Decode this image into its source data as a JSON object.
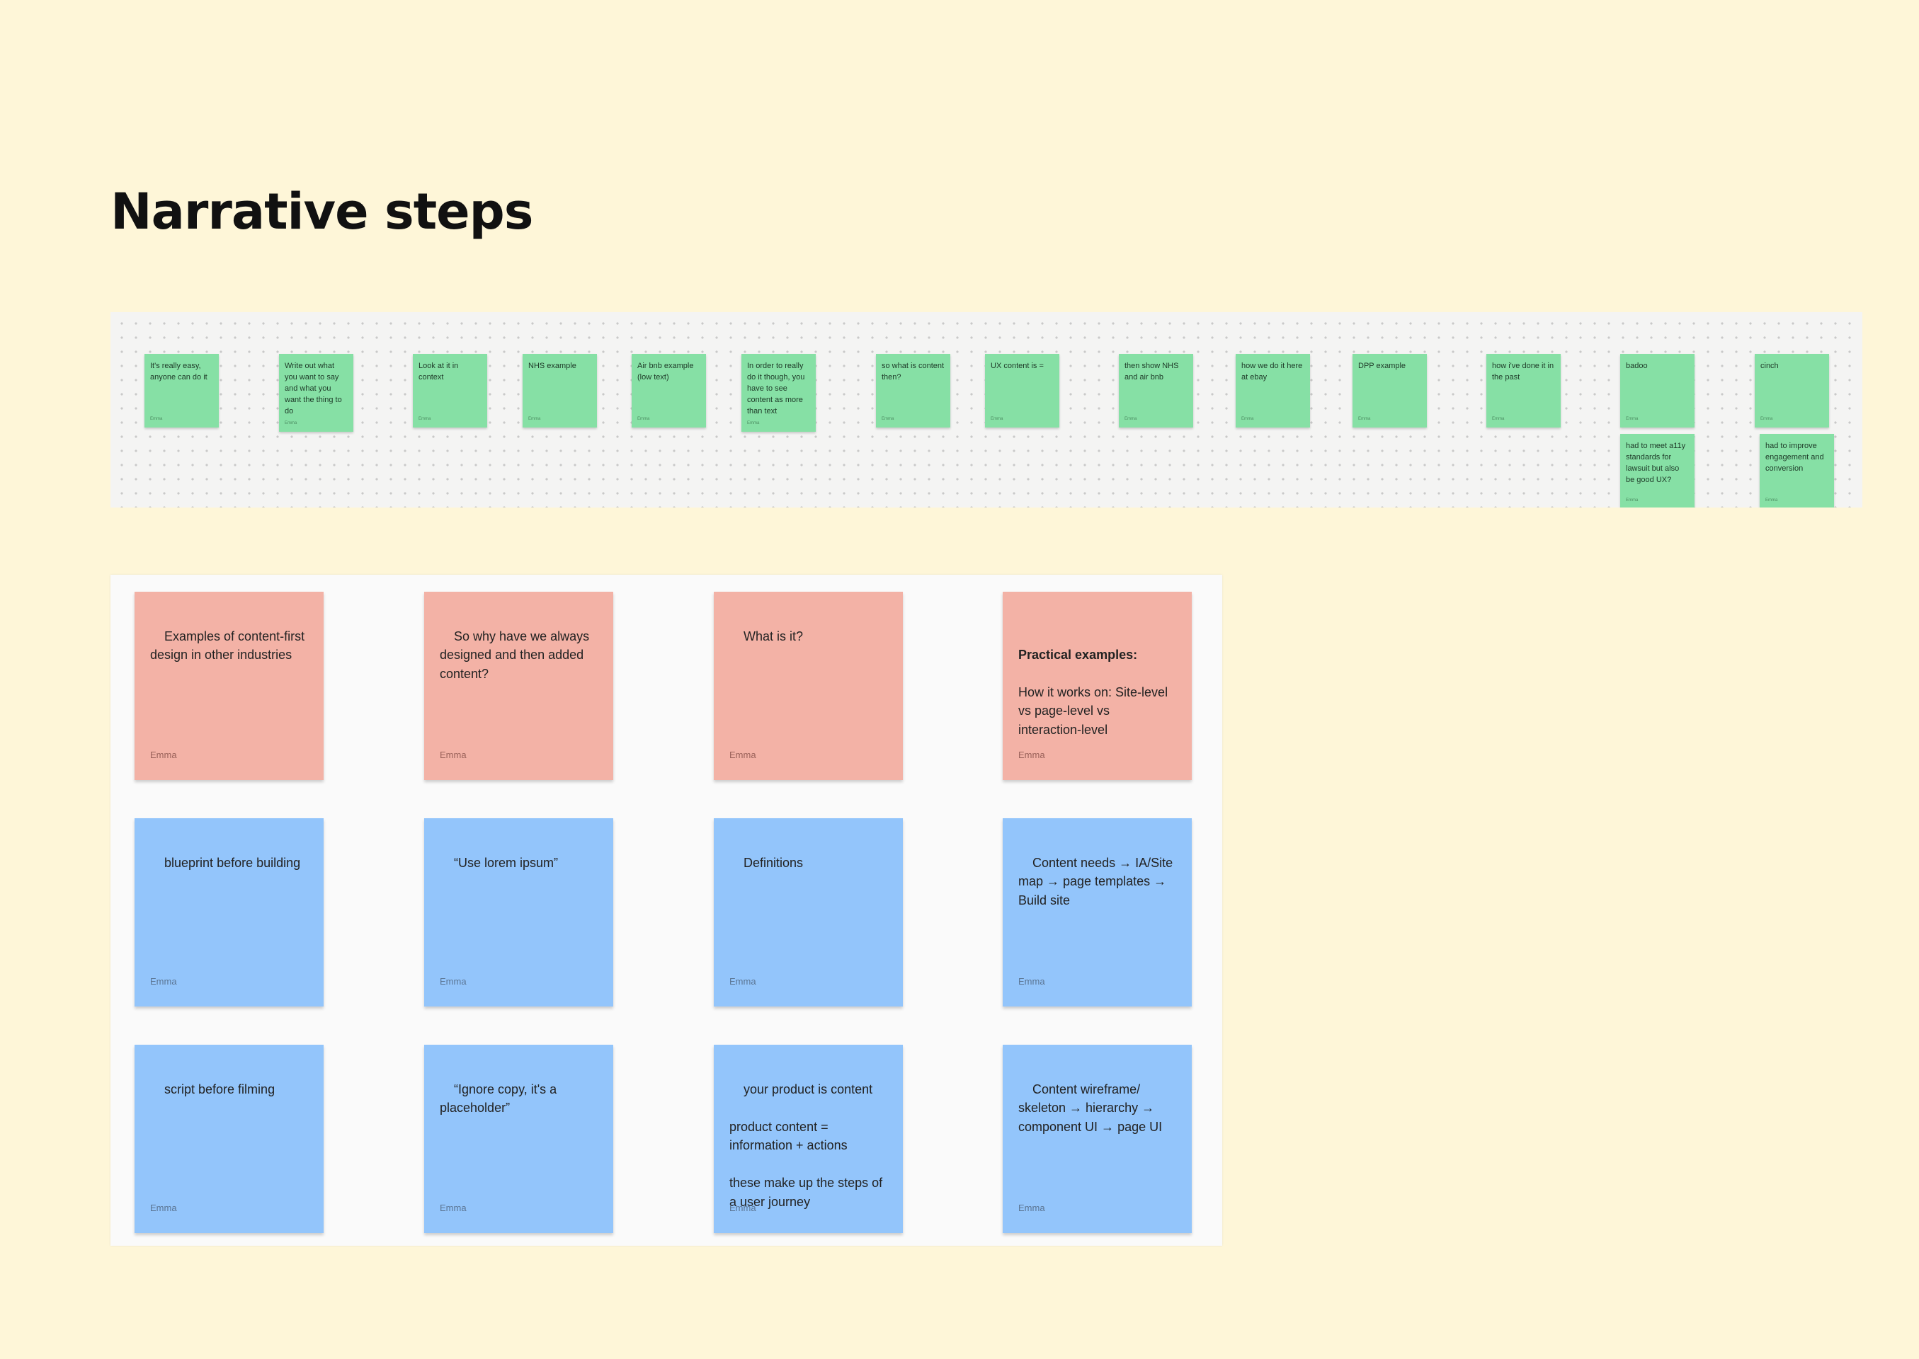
{
  "page": {
    "title": "Narrative steps",
    "background": "#fef6d8"
  },
  "colors": {
    "green_note": "#86e0a5",
    "red_note": "#f3b2a6",
    "blue_note": "#93c5fb"
  },
  "strip": {
    "notes": [
      {
        "text": "It's really easy, anyone can do it",
        "author": "Emma"
      },
      {
        "text": "Write out what you want to say and what you want the thing to do",
        "author": "Emma"
      },
      {
        "text": "Look at it in context",
        "author": "Emma"
      },
      {
        "text": "NHS example",
        "author": "Emma"
      },
      {
        "text": "Air bnb example (low text)",
        "author": "Emma"
      },
      {
        "text": "In order to really do it though, you have to see content as more than text",
        "author": "Emma"
      },
      {
        "text": "so what is content then?",
        "author": "Emma"
      },
      {
        "text": "UX content is =",
        "author": "Emma"
      },
      {
        "text": "then show NHS and air bnb",
        "author": "Emma"
      },
      {
        "text": "how we do it here at ebay",
        "author": "Emma"
      },
      {
        "text": "DPP example",
        "author": "Emma"
      },
      {
        "text": "how i've done it in the past",
        "author": "Emma"
      },
      {
        "text": "badoo",
        "author": "Emma"
      },
      {
        "text": "cinch",
        "author": "Emma"
      },
      {
        "text": "had to meet a11y standards for lawsuit but also be good UX?",
        "author": "Emma"
      },
      {
        "text": "had to improve engagement and conversion",
        "author": "Emma"
      }
    ]
  },
  "board": {
    "notes": [
      {
        "text": "Examples of content-first design in other industries",
        "author": "Emma",
        "color": "red"
      },
      {
        "text": "So why have we always designed and then added content?",
        "author": "Emma",
        "color": "red"
      },
      {
        "text": "What is it?",
        "author": "Emma",
        "color": "red"
      },
      {
        "heading": "Practical examples:",
        "text": "How it works on: Site-level vs page-level vs interaction-level",
        "author": "Emma",
        "color": "red"
      },
      {
        "text": "blueprint before building",
        "author": "Emma",
        "color": "blue"
      },
      {
        "text": "“Use lorem ipsum”",
        "author": "Emma",
        "color": "blue"
      },
      {
        "text": "Definitions",
        "author": "Emma",
        "color": "blue"
      },
      {
        "text": "Content needs → IA/Site map → page templates → Build site",
        "author": "Emma",
        "color": "blue"
      },
      {
        "text": "script before filming",
        "author": "Emma",
        "color": "blue"
      },
      {
        "text": "“Ignore copy, it's a placeholder”",
        "author": "Emma",
        "color": "blue"
      },
      {
        "text": "your product is content\n\nproduct content = information + actions\n\nthese make up the steps of a user journey",
        "author": "Emma",
        "color": "blue"
      },
      {
        "text": "Content wireframe/ skeleton → hierarchy → component UI → page UI",
        "author": "Emma",
        "color": "blue"
      }
    ]
  }
}
